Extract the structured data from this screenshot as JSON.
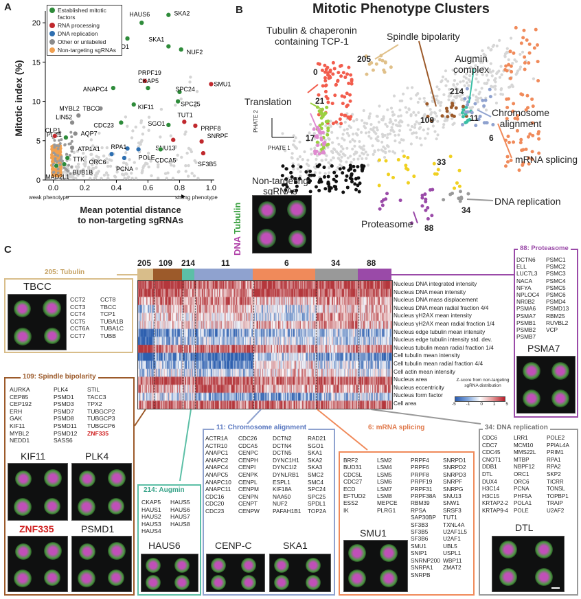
{
  "panelA": {
    "letter": "A",
    "ylabel": "Mitotic index (%)",
    "xlabel_line1": "Mean potential distance",
    "xlabel_line2": "to non-targeting sgRNAs",
    "weak": "weak phenotype",
    "strong": "strong phenotype",
    "legend": [
      {
        "label": "Established mitotic factors",
        "color": "#2e8b3a"
      },
      {
        "label": "RNA processing",
        "color": "#c0282d"
      },
      {
        "label": "DNA replication",
        "color": "#2e6fb0"
      },
      {
        "label": "Other or unlabeled",
        "color": "#8c8c8c"
      },
      {
        "label": "Non-targeting sgRNAs",
        "color": "#f0a050"
      }
    ]
  },
  "chart_data": {
    "type": "scatter",
    "xlabel": "Mean potential distance to non-targeting sgRNAs",
    "ylabel": "Mitotic index (%)",
    "xlim": [
      -0.05,
      1.02
    ],
    "ylim": [
      0,
      21.5
    ],
    "xticks": [
      "0.0",
      "0.2",
      "0.4",
      "0.6",
      "0.8",
      "1.0"
    ],
    "yticks": [
      "0",
      "5",
      "10",
      "15",
      "20"
    ],
    "points": [
      {
        "label": "SKA2",
        "x": 0.73,
        "y": 21.0,
        "group": "mitotic"
      },
      {
        "label": "HAUS6",
        "x": 0.56,
        "y": 20.0,
        "group": "mitotic"
      },
      {
        "label": "NEDD1",
        "x": 0.47,
        "y": 18.0,
        "group": "mitotic"
      },
      {
        "label": "SKA1",
        "x": 0.73,
        "y": 17.0,
        "group": "mitotic"
      },
      {
        "label": "NUF2",
        "x": 0.81,
        "y": 16.6,
        "group": "mitotic"
      },
      {
        "label": "PRPF19",
        "x": 0.58,
        "y": 12.6,
        "group": "rna"
      },
      {
        "label": "SMU1",
        "x": 1.0,
        "y": 12.2,
        "group": "rna"
      },
      {
        "label": "CKAP5",
        "x": 0.6,
        "y": 11.7,
        "group": "mitotic"
      },
      {
        "label": "SPC24",
        "x": 0.8,
        "y": 11.2,
        "group": "mitotic"
      },
      {
        "label": "ANAPC4",
        "x": 0.38,
        "y": 11.7,
        "group": "mitotic"
      },
      {
        "label": "SPC25",
        "x": 0.79,
        "y": 10.0,
        "group": "mitotic"
      },
      {
        "label": "KIF11",
        "x": 0.51,
        "y": 9.6,
        "group": "mitotic"
      },
      {
        "label": "TBCC",
        "x": 0.3,
        "y": 9.1,
        "group": "other"
      },
      {
        "label": "MYBL2",
        "x": 0.16,
        "y": 8.2,
        "group": "other"
      },
      {
        "label": "LIN52",
        "x": 0.12,
        "y": 7.3,
        "group": "other"
      },
      {
        "label": "CDC23",
        "x": 0.43,
        "y": 7.3,
        "group": "mitotic"
      },
      {
        "label": "TUT1",
        "x": 0.83,
        "y": 7.4,
        "group": "rna"
      },
      {
        "label": "SGO1",
        "x": 0.73,
        "y": 7.0,
        "group": "mitotic"
      },
      {
        "label": "PRPF8",
        "x": 0.9,
        "y": 6.9,
        "group": "rna"
      },
      {
        "label": "AQP7",
        "x": 0.14,
        "y": 5.9,
        "group": "other"
      },
      {
        "label": "PLK1",
        "x": 0.08,
        "y": 5.4,
        "group": "mitotic"
      },
      {
        "label": "CLP1",
        "x": 0.01,
        "y": 5.6,
        "group": "rna"
      },
      {
        "label": "SNU13",
        "x": 0.76,
        "y": 5.1,
        "group": "rna"
      },
      {
        "label": "SNRPF",
        "x": 0.94,
        "y": 4.9,
        "group": "rna"
      },
      {
        "label": "ATP1A1",
        "x": 0.12,
        "y": 4.1,
        "group": "other"
      },
      {
        "label": "RPA1",
        "x": 0.47,
        "y": 4.0,
        "group": "dna"
      },
      {
        "label": "POLE",
        "x": 0.54,
        "y": 3.9,
        "group": "dna"
      },
      {
        "label": "CDCA5",
        "x": 0.68,
        "y": 3.9,
        "group": "mitotic"
      },
      {
        "label": "SF3B5",
        "x": 0.95,
        "y": 3.4,
        "group": "rna"
      },
      {
        "label": "ORC6",
        "x": 0.37,
        "y": 3.3,
        "group": "dna"
      },
      {
        "label": "PCNA",
        "x": 0.45,
        "y": 2.8,
        "group": "dna"
      },
      {
        "label": "TTK",
        "x": 0.09,
        "y": 2.8,
        "group": "mitotic"
      },
      {
        "label": "BUB1B",
        "x": 0.07,
        "y": 2.0,
        "group": "mitotic"
      },
      {
        "label": "MAD2L1",
        "x": 0.02,
        "y": 1.8,
        "group": "mitotic"
      }
    ]
  },
  "panelB": {
    "letter": "B",
    "title": "Mitotic Phenotype Clusters",
    "axis_x": "PHATE 1",
    "axis_y": "PHATE 2",
    "cluster_labels": [
      "Tubulin & chaperonin",
      "containing TCP-1",
      "Spindle bipolarity",
      "Augmin",
      "complex",
      "Chromosome",
      "alignment",
      "mRNA splicing",
      "DNA replication",
      "Proteasome",
      "Translation",
      "Non-targeting",
      "sgRNAs"
    ],
    "cluster_ids": [
      "205",
      "0",
      "21",
      "17",
      "109",
      "214",
      "11",
      "6",
      "33",
      "34",
      "88"
    ],
    "inset_dna": "DNA",
    "inset_tubulin": "Tubulin"
  },
  "panelC": {
    "letter": "C",
    "heat_clusters": [
      "205",
      "109",
      "214",
      "11",
      "6",
      "34",
      "88"
    ],
    "features": [
      "Nucleus DNA integrated intensity",
      "Nucleus DNA mean intensity",
      "Nucleus DNA mass displacement",
      "Nucleus DNA mean radial fraction 4/4",
      "Nucleus γH2AX mean intensity",
      "Nucleus γH2AX mean radial fraction 1/4",
      "Nucleus edge tubulin mean intensity",
      "Nucleus edge tubulin intensity std. dev.",
      "Nucleus tubulin mean radial fraction 1/4",
      "Cell tubulin mean intensity",
      "Cell tubulin mean radial fraction 4/4",
      "Cell actin mean intensity",
      "Nucleus area",
      "Nucleus eccentricity",
      "Nucleus form factor",
      "Cell area"
    ],
    "colorbar_title": "Z-score from non-targeting sgRNA distribution",
    "colorbar_ticks": [
      "-5",
      "-1",
      "0",
      "1",
      "5"
    ],
    "box205": {
      "title": "205: Tubulin",
      "cell_label": "TBCC",
      "col1": [
        "CCT2",
        "CCT3",
        "CCT4",
        "CCT5",
        "CCT6A",
        "CCT7"
      ],
      "col2": [
        "CCT8",
        "TBCC",
        "TCP1",
        "TUBA1B",
        "TUBA1C",
        "TUBB"
      ]
    },
    "box88": {
      "title": "88: Proteasome",
      "cell_label": "PSMA7",
      "col1": [
        "DCTN6",
        "ELL",
        "LUC7L3",
        "NACA",
        "NFYA",
        "NPLOC4",
        "NR0B2",
        "PSMA6",
        "PSMA7",
        "PSMB1",
        "PSMB2",
        "PSMB7"
      ],
      "col2": [
        "PSMC1",
        "PSMC2",
        "PSMC3",
        "PSMC4",
        "PSMC5",
        "PSMC6",
        "PSMD4",
        "PSMD13",
        "RBM25",
        "RUVBL2",
        "VCP"
      ]
    },
    "box109": {
      "title": "109: Spindle bipolarity",
      "labels": [
        "KIF11",
        "PLK4",
        "ZNF335",
        "PSMD1"
      ],
      "col1": [
        "AURKA",
        "CEP85",
        "CEP192",
        "ERH",
        "GAK",
        "KIF11",
        "MYBL2",
        "NEDD1"
      ],
      "col2": [
        "PLK4",
        "PSMD1",
        "PSMD3",
        "PSMD7",
        "PSMD8",
        "PSMD11",
        "PSMD12",
        "SASS6"
      ],
      "col3": [
        "STIL",
        "TACC3",
        "TPX2",
        "TUBGCP2",
        "TUBGCP3",
        "TUBGCP6",
        "ZNF335"
      ]
    },
    "box214": {
      "title": "214: Augmin",
      "cell_label": "HAUS6",
      "col1": [
        "CKAP5",
        "HAUS1",
        "HAUS2",
        "HAUS3",
        "HAUS4"
      ],
      "col2": [
        "HAUS5",
        "HAUS6",
        "HAUS7",
        "HAUS8"
      ]
    },
    "box11": {
      "title": "11: Chromosome alignment",
      "labels": [
        "CENP-C",
        "SKA1"
      ],
      "col1": [
        "ACTR1A",
        "ACTR10",
        "ANAPC1",
        "ANAPC2",
        "ANAPC4",
        "ANAPC5",
        "ANAPC10",
        "ANAPC11",
        "CDC16",
        "CDC20",
        "CDC23"
      ],
      "col2": [
        "CDC26",
        "CDCA5",
        "CENPC",
        "CENPH",
        "CENPI",
        "CENPK",
        "CENPL",
        "CENPM",
        "CENPN",
        "CENPT",
        "CENPW"
      ],
      "col3": [
        "DCTN2",
        "DCTN4",
        "DCTN5",
        "DYNC1H1",
        "DYNC1I2",
        "DYNLRB1",
        "ESPL1",
        "KIF18A",
        "NAA50",
        "NUF2",
        "PAFAH1B1"
      ],
      "col4": [
        "RAD21",
        "SGO1",
        "SKA1",
        "SKA2",
        "SKA3",
        "SMC2",
        "SMC4",
        "SPC24",
        "SPC25",
        "SPDL1",
        "TOP2A"
      ]
    },
    "box6": {
      "title": "6: mRNA splicing",
      "cell_label": "SMU1",
      "col1": [
        "BRF2",
        "BUD31",
        "CDC5L",
        "CDC27",
        "ECD",
        "EFTUD2",
        "ESS2",
        "IK"
      ],
      "col2": [
        "LSM2",
        "LSM4",
        "LSM5",
        "LSM6",
        "LSM7",
        "LSM8",
        "MEPCE",
        "PLRG1"
      ],
      "col3": [
        "PRPF4",
        "PRPF6",
        "PRPF8",
        "PRPF19",
        "PRPF31",
        "PRPF38A",
        "RBM39",
        "RPSA",
        "SAP30BP",
        "SF3B3",
        "SF3B5",
        "SF3B6",
        "SMU1",
        "SNIP1",
        "SNRNP200",
        "SNRPA1",
        "SNRPB"
      ],
      "col4": [
        "SNRPD1",
        "SNRPD2",
        "SNRPD3",
        "SNRPF",
        "SNRPG",
        "SNU13",
        "SNW1",
        "SRSF3",
        "TUT1",
        "TXNL4A",
        "U2AF1L5",
        "U2AF1",
        "UBL5",
        "USPL1",
        "WBP11",
        "ZMAT2"
      ]
    },
    "box34": {
      "title": "34: DNA replication",
      "cell_label": "DTL",
      "col1": [
        "CDC6",
        "CDC7",
        "CDC45",
        "CNOT1",
        "DDB1",
        "DTL",
        "DUX4",
        "H3C14",
        "H3C15",
        "KRTAP2-2",
        "KRTAP9-4"
      ],
      "col2": [
        "LRR1",
        "MCM10",
        "MMS22L",
        "MTBP",
        "NBPF12",
        "ORC1",
        "ORC6",
        "PCNA",
        "PHF5A",
        "POLA1",
        "POLE"
      ],
      "col3": [
        "POLE2",
        "PPIAL4A",
        "PRIM1",
        "RPA1",
        "RPA2",
        "SKP2",
        "TICRR",
        "TONSL",
        "TOPBP1",
        "TRAIP",
        "U2AF2"
      ]
    }
  }
}
